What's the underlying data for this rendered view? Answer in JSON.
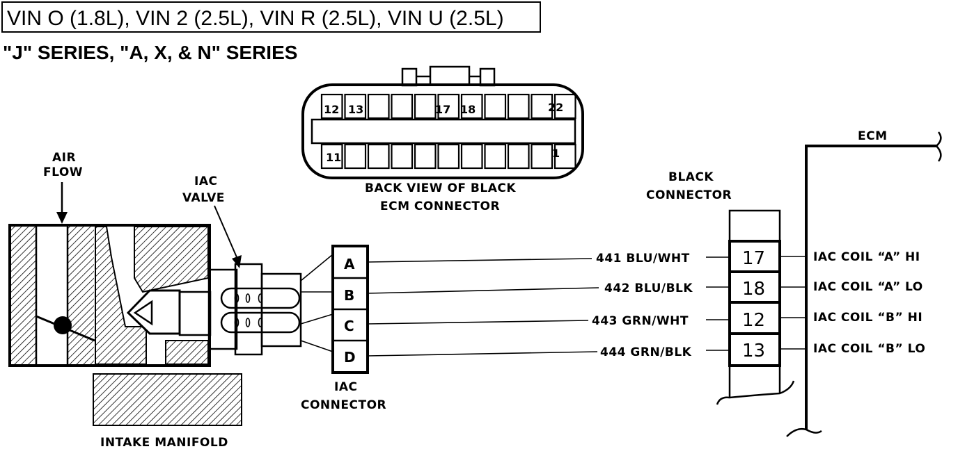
{
  "header": {
    "boxed_title": "VIN O (1.8L), VIN 2 (2.5L), VIN R (2.5L), VIN U (2.5L)",
    "series": "\"J\" SERIES, \"A, X, & N\" SERIES"
  },
  "ecm_connector_view": {
    "caption_line1": "BACK VIEW OF BLACK",
    "caption_line2": "ECM CONNECTOR",
    "top_row_pins": {
      "p12": "12",
      "p13": "13",
      "p17": "17",
      "p18": "18",
      "p22": "22"
    },
    "bottom_row_pins": {
      "p11": "11",
      "p1": "1"
    }
  },
  "airflow": {
    "line1": "AIR",
    "line2": "FLOW"
  },
  "iac_valve": {
    "line1": "IAC",
    "line2": "VALVE"
  },
  "intake_manifold": "INTAKE MANIFOLD",
  "iac_connector": {
    "line1": "IAC",
    "line2": "CONNECTOR",
    "pins": [
      "A",
      "B",
      "C",
      "D"
    ]
  },
  "black_connector": {
    "line1": "BLACK",
    "line2": "CONNECTOR",
    "pins": [
      "17",
      "18",
      "12",
      "13"
    ]
  },
  "wires": [
    "441 BLU/WHT",
    "442 BLU/BLK",
    "443 GRN/WHT",
    "444 GRN/BLK"
  ],
  "ecm_functions": [
    "IAC COIL “A” HI",
    "IAC COIL “A” LO",
    "IAC COIL “B” HI",
    "IAC COIL “B” LO"
  ],
  "ecm_label": "ECM"
}
